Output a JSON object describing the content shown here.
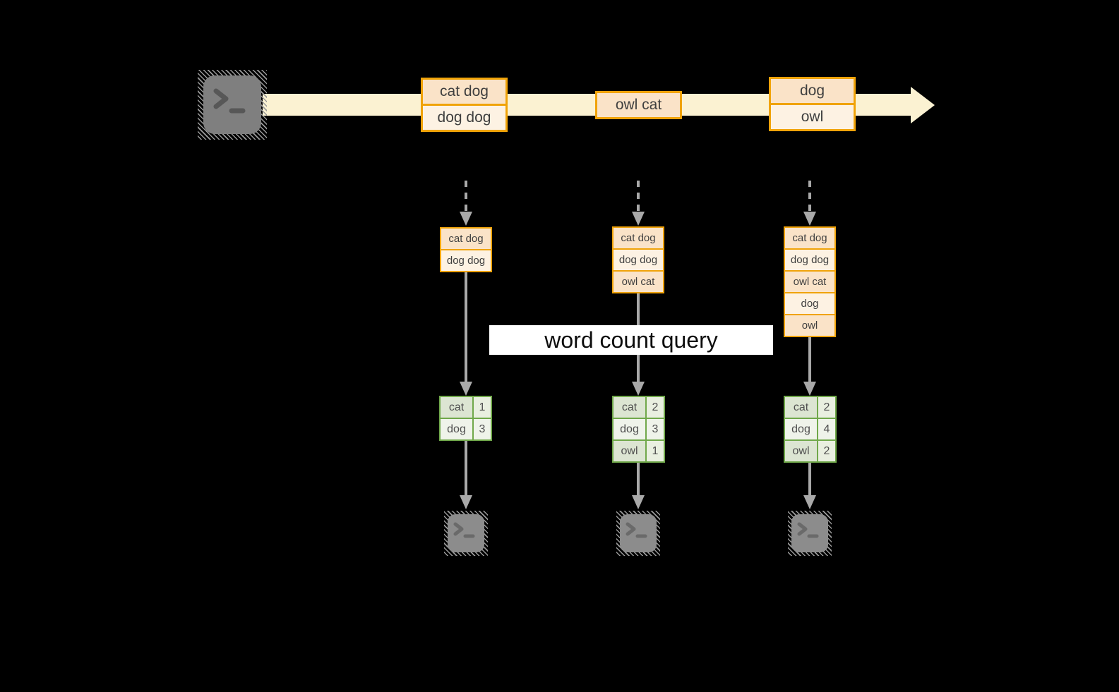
{
  "title": "streaming word count diagram",
  "colors": {
    "background": "#000000",
    "stream_band": "#FBF2D2",
    "orange_border": "#F0A309",
    "peach_dark": "#FAE3C8",
    "peach_light": "#FDF2E3",
    "green_border": "#70A84A",
    "green_cell_dark": "#DCE5D2",
    "green_cell_light": "#EFF3EA",
    "arrow_gray": "#A9A9A9",
    "terminal_gray": "#7F7F7F",
    "label_bg": "#FFFFFF"
  },
  "stream": {
    "source_icon": "terminal-icon",
    "events": [
      {
        "lines": [
          "cat dog",
          "dog dog"
        ]
      },
      {
        "lines": [
          "owl cat"
        ]
      },
      {
        "lines": [
          "dog",
          "owl"
        ]
      }
    ]
  },
  "query_label": "word count query",
  "columns": [
    {
      "input": [
        "cat dog",
        "dog dog"
      ],
      "counts": [
        [
          "cat",
          "1"
        ],
        [
          "dog",
          "3"
        ]
      ],
      "sink_icon": "terminal-icon"
    },
    {
      "input": [
        "cat dog",
        "dog dog",
        "owl cat"
      ],
      "counts": [
        [
          "cat",
          "2"
        ],
        [
          "dog",
          "3"
        ],
        [
          "owl",
          "1"
        ]
      ],
      "sink_icon": "terminal-icon"
    },
    {
      "input": [
        "cat dog",
        "dog dog",
        "owl cat",
        "dog",
        "owl"
      ],
      "counts": [
        [
          "cat",
          "2"
        ],
        [
          "dog",
          "4"
        ],
        [
          "owl",
          "2"
        ]
      ],
      "sink_icon": "terminal-icon"
    }
  ]
}
